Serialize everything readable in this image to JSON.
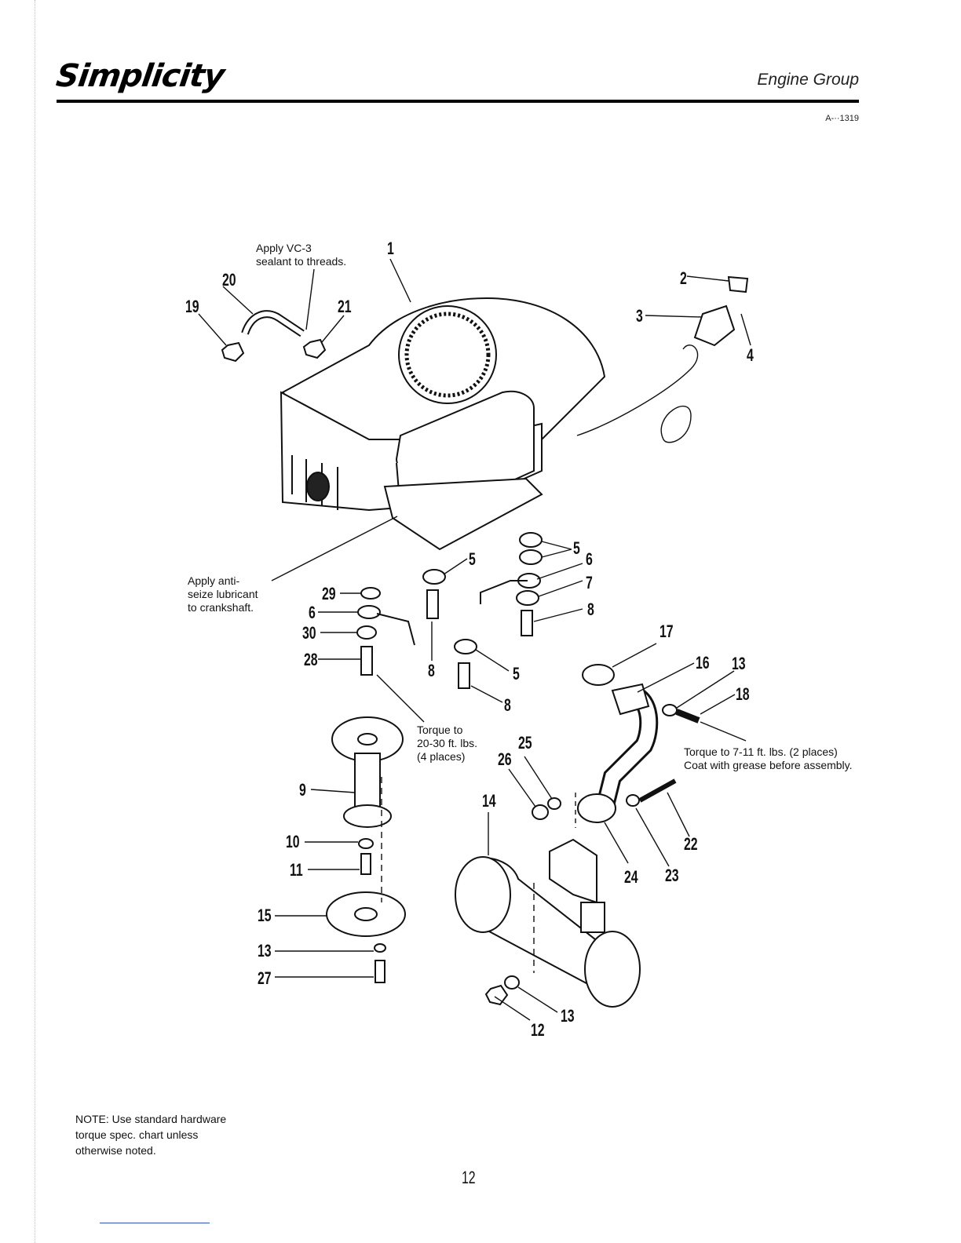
{
  "header": {
    "brand": "Simplicity",
    "group_title": "Engine Group",
    "doc_number": "A-··1319"
  },
  "notes": {
    "vc3": "Apply VC-3\nsealant to threads.",
    "anti_seize": "Apply anti-\nseize lubricant\nto crankshaft.",
    "torque_20_30": "Torque to\n20-30 ft. lbs.\n(4 places)",
    "torque_7_11": "Torque to 7-11 ft. lbs. (2 places)\nCoat with grease before assembly."
  },
  "callouts": {
    "c1": "1",
    "c2": "2",
    "c3": "3",
    "c4": "4",
    "c5a": "5",
    "c5b": "5",
    "c5c": "5",
    "c6a": "6",
    "c6b": "6",
    "c7": "7",
    "c8a": "8",
    "c8b": "8",
    "c8c": "8",
    "c9": "9",
    "c10": "10",
    "c11": "11",
    "c12": "12",
    "c13a": "13",
    "c13b": "13",
    "c13c": "13",
    "c14": "14",
    "c15": "15",
    "c16": "16",
    "c17": "17",
    "c18": "18",
    "c19": "19",
    "c20": "20",
    "c21": "21",
    "c22": "22",
    "c23": "23",
    "c24": "24",
    "c25": "25",
    "c26": "26",
    "c27": "27",
    "c28": "28",
    "c29": "29",
    "c30": "30"
  },
  "footnote": "NOTE: Use standard hardware\ntorque spec. chart unless\notherwise noted.",
  "page_number": "12"
}
